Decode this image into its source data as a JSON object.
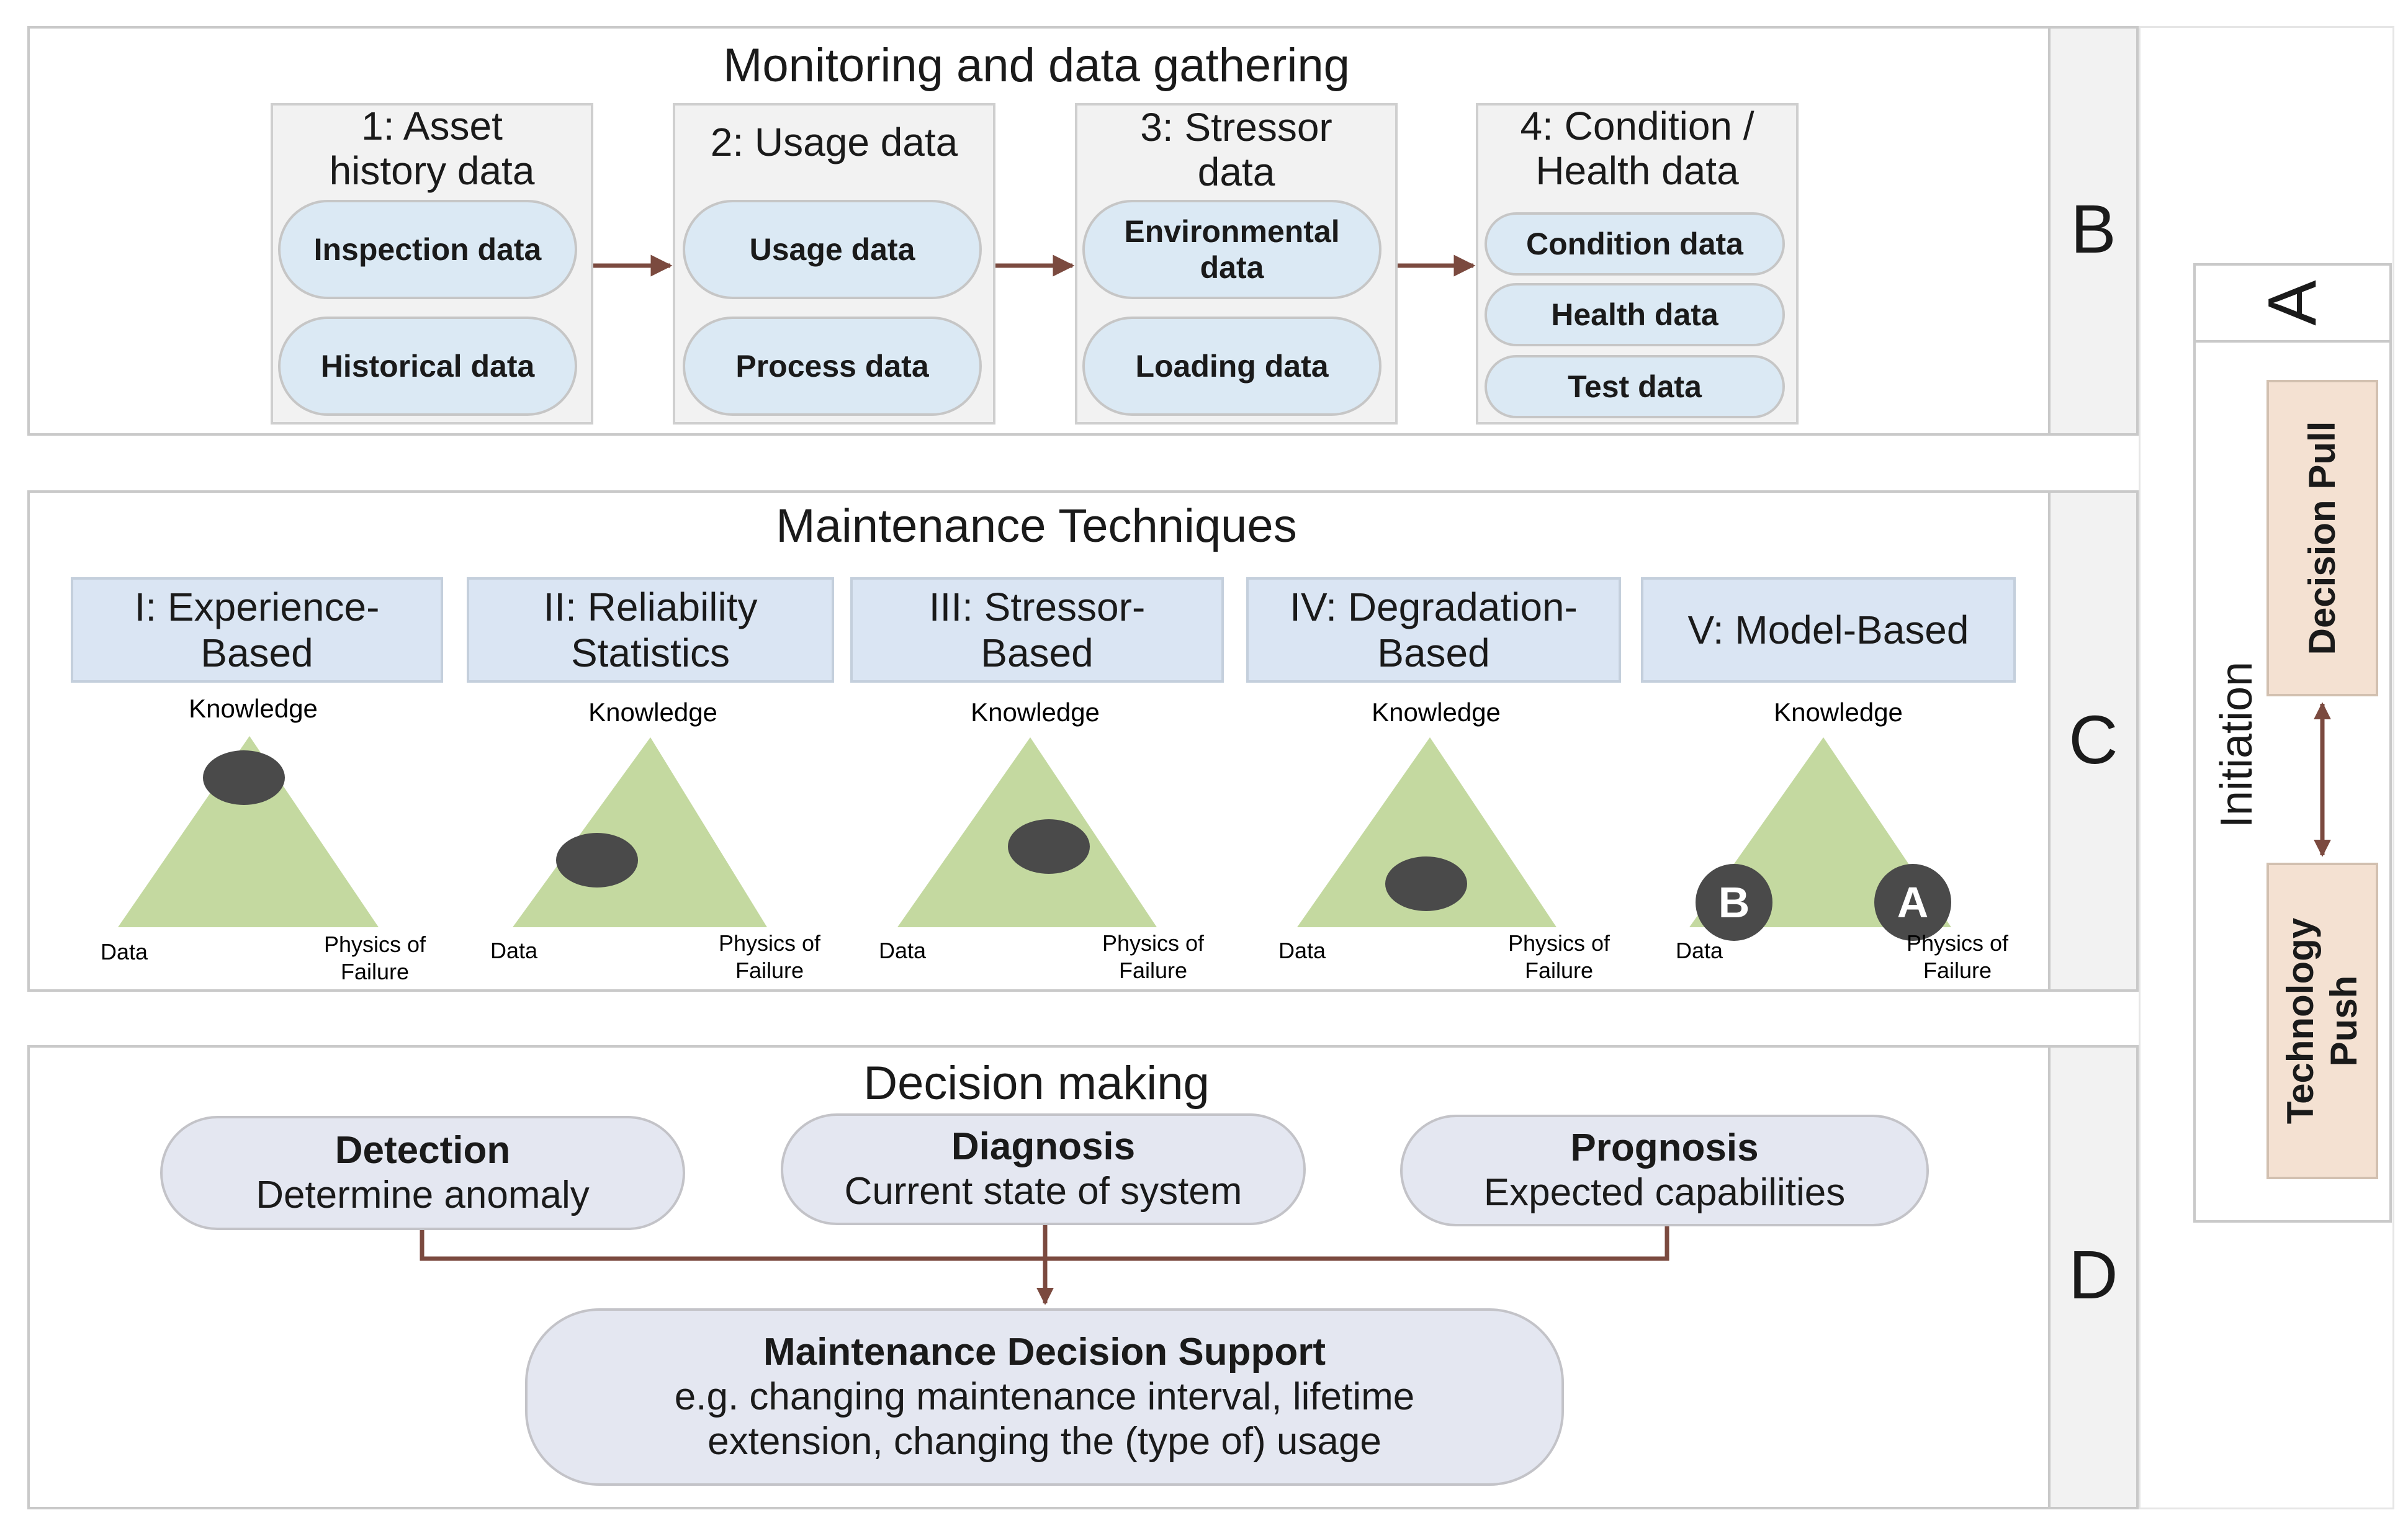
{
  "colors": {
    "panel_border": "#c9c9c9",
    "pill_fill": "#dbe9f4",
    "triangle_fill": "#c4d9a0",
    "blob_fill": "#4a4a4a",
    "arrow": "#7b4a3f",
    "decision_fill": "#f4e1d2",
    "technique_fill": "#dae5f3",
    "decision_pill_fill": "#e4e7f1"
  },
  "monitoring": {
    "title": "Monitoring and data gathering",
    "letter": "B",
    "columns": [
      {
        "title_line1": "1: Asset",
        "title_line2": "history data",
        "items": [
          "Inspection data",
          "Historical data"
        ]
      },
      {
        "title_line1": "2: Usage data",
        "title_line2": "",
        "items": [
          "Usage data",
          "Process data"
        ]
      },
      {
        "title_line1": "3: Stressor",
        "title_line2": "data",
        "items": [
          "Environmental data",
          "Loading data"
        ]
      },
      {
        "title_line1": "4: Condition /",
        "title_line2": "Health data",
        "items": [
          "Condition data",
          "Health data",
          "Test data"
        ]
      }
    ]
  },
  "techniques": {
    "title": "Maintenance Techniques",
    "letter": "C",
    "items": [
      {
        "line1": "I: Experience-",
        "line2": "Based"
      },
      {
        "line1": "II: Reliability",
        "line2": "Statistics"
      },
      {
        "line1": "III: Stressor-",
        "line2": "Based"
      },
      {
        "line1": "IV: Degradation-",
        "line2": "Based"
      },
      {
        "line1": "V: Model-Based",
        "line2": ""
      }
    ],
    "triangle_labels": {
      "top": "Knowledge",
      "left": "Data",
      "right_line1": "Physics of",
      "right_line2": "Failure"
    },
    "marker_labels": [
      "B",
      "A"
    ]
  },
  "decision": {
    "title": "Decision making",
    "letter": "D",
    "items": [
      {
        "title": "Detection",
        "subtitle": "Determine anomaly"
      },
      {
        "title": "Diagnosis",
        "subtitle": "Current state of system"
      },
      {
        "title": "Prognosis",
        "subtitle": "Expected capabilities"
      }
    ],
    "support": {
      "title": "Maintenance Decision Support",
      "line1": "e.g. changing maintenance interval, lifetime",
      "line2": "extension, changing the (type of) usage"
    }
  },
  "initiation": {
    "letter": "A",
    "label": "Initiation",
    "pull": "Decision Pull",
    "push_line1": "Technology",
    "push_line2": "Push"
  }
}
